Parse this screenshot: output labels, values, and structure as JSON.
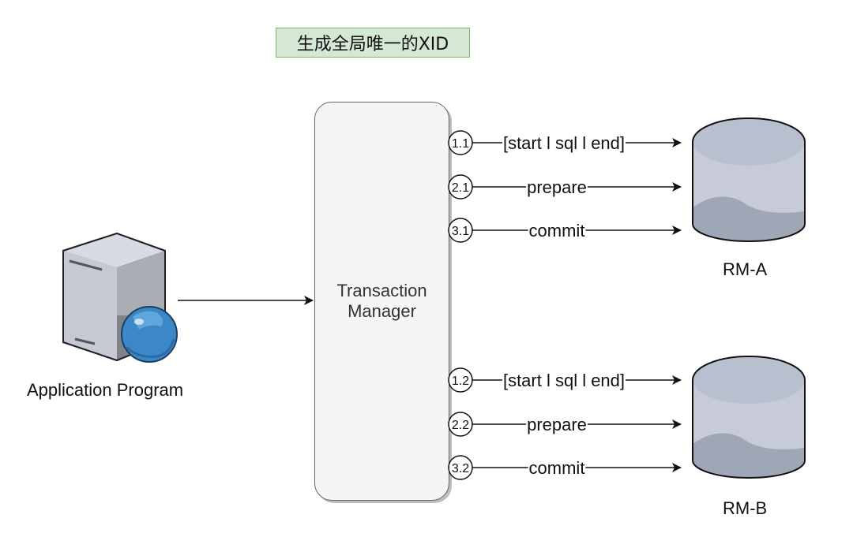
{
  "title_note": "生成全局唯一的XID",
  "application": {
    "label": "Application Program",
    "icon": "server-globe-icon"
  },
  "transaction_manager": {
    "label": "Transaction\nManager"
  },
  "resource_managers": [
    {
      "label": "RM-A",
      "icon": "database-cylinder-icon",
      "messages": [
        {
          "step": "1.1",
          "label": "[start l sql l end]"
        },
        {
          "step": "2.1",
          "label": "prepare"
        },
        {
          "step": "3.1",
          "label": "commit"
        }
      ]
    },
    {
      "label": "RM-B",
      "icon": "database-cylinder-icon",
      "messages": [
        {
          "step": "1.2",
          "label": "[start l sql l end]"
        },
        {
          "step": "2.2",
          "label": "prepare"
        },
        {
          "step": "3.2",
          "label": "commit"
        }
      ]
    }
  ],
  "colors": {
    "note_fill": "#d5e8d4",
    "note_stroke": "#82b366",
    "tm_fill": "#f5f5f5",
    "tm_stroke": "#666666",
    "db_top": "#b8bfcf",
    "db_body": "#c6cbd7",
    "db_bottom": "#9fa6b6",
    "globe": "#3c87c8"
  }
}
